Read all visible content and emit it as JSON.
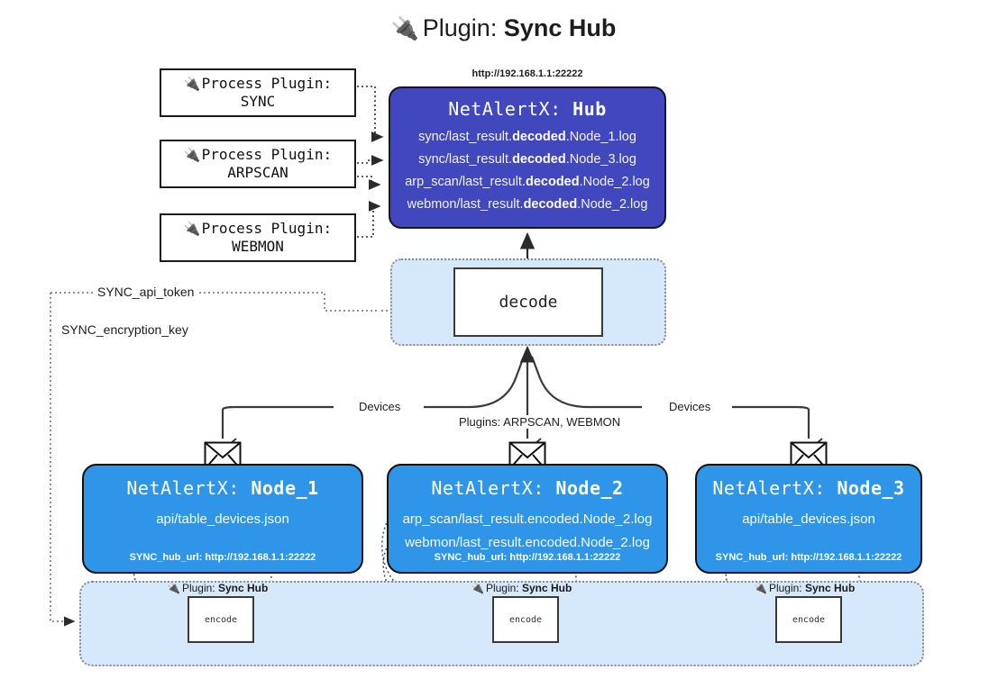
{
  "header": {
    "plug_icon": "🔌",
    "prefix": "Plugin: ",
    "title": "Sync Hub"
  },
  "process_plugins": [
    {
      "name": "process-plugin-sync",
      "line1": "Process Plugin:",
      "line2": "SYNC"
    },
    {
      "name": "process-plugin-arpscan",
      "line1": "Process Plugin:",
      "line2": "ARPSCAN"
    },
    {
      "name": "process-plugin-webmon",
      "line1": "Process Plugin:",
      "line2": "WEBMON"
    }
  ],
  "hub": {
    "url": "http://192.168.1.1:22222",
    "label_prefix": "NetAlertX: ",
    "label_name": "Hub",
    "logs": [
      {
        "pre": "sync/last_result.",
        "em": "decoded",
        "post": ".Node_1.log"
      },
      {
        "pre": "sync/last_result.",
        "em": "decoded",
        "post": ".Node_3.log"
      },
      {
        "pre": "arp_scan/last_result.",
        "em": "decoded",
        "post": ".Node_2.log"
      },
      {
        "pre": "webmon/last_result.",
        "em": "decoded",
        "post": ".Node_2.log"
      }
    ]
  },
  "decode": {
    "label": "decode"
  },
  "tokens": {
    "api_token": "SYNC_api_token",
    "encryption_key": "SYNC_encryption_key"
  },
  "edges": {
    "devices_left": "Devices",
    "devices_right": "Devices",
    "plugins_center": "Plugins: ARPSCAN, WEBMON"
  },
  "nodes": [
    {
      "id": "node-1",
      "label_prefix": "NetAlertX: ",
      "label_name": "Node_1",
      "lines": [
        "api/table_devices.json"
      ],
      "footer": "SYNC_hub_url: http://192.168.1.1:22222"
    },
    {
      "id": "node-2",
      "label_prefix": "NetAlertX: ",
      "label_name": "Node_2",
      "lines": [
        "arp_scan/last_result.encoded.Node_2.log",
        "webmon/last_result.encoded.Node_2.log"
      ],
      "footer": "SYNC_hub_url: http://192.168.1.1:22222"
    },
    {
      "id": "node-3",
      "label_prefix": "NetAlertX: ",
      "label_name": "Node_3",
      "lines": [
        "api/table_devices.json"
      ],
      "footer": "SYNC_hub_url: http://192.168.1.1:22222"
    }
  ],
  "encoders": [
    {
      "caption_prefix": "Plugin: ",
      "caption_name": "Sync Hub",
      "label": "encode"
    },
    {
      "caption_prefix": "Plugin: ",
      "caption_name": "Sync Hub",
      "label": "encode"
    },
    {
      "caption_prefix": "Plugin: ",
      "caption_name": "Sync Hub",
      "label": "encode"
    }
  ],
  "colors": {
    "hub_fill": "#4147bd",
    "node_fill": "#2f95e8",
    "container_fill": "#d6e8fb",
    "stroke": "#111111"
  }
}
